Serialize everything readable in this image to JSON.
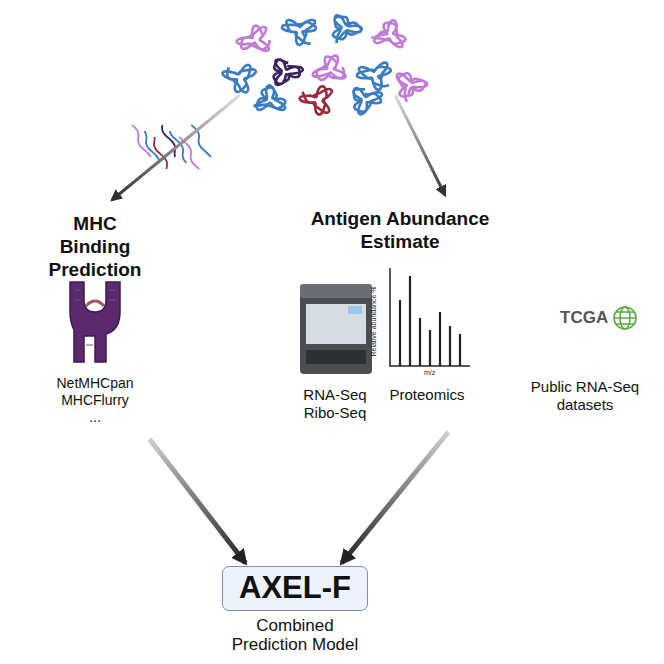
{
  "diagram": {
    "nodes": [
      {
        "text": [
          "MHC Binding Prediction",
          "NetMHCpan MHCFlurry ..."
        ]
      },
      {
        "text": [
          "Antigen Abundance Estimate",
          "RNA-Seq Ribo-Seq",
          "Proteomics",
          "Public RNA-Seq datasets"
        ]
      },
      {
        "text": [
          "AXEL-F",
          "Combined Prediction Model"
        ]
      }
    ],
    "edges": [
      {
        "from": 0,
        "to": 2,
        "arrow": "to"
      },
      {
        "from": 1,
        "to": 2,
        "arrow": "to"
      }
    ],
    "labels": [
      "Relative abundance %",
      "m/z",
      "TCGA"
    ]
  }
}
